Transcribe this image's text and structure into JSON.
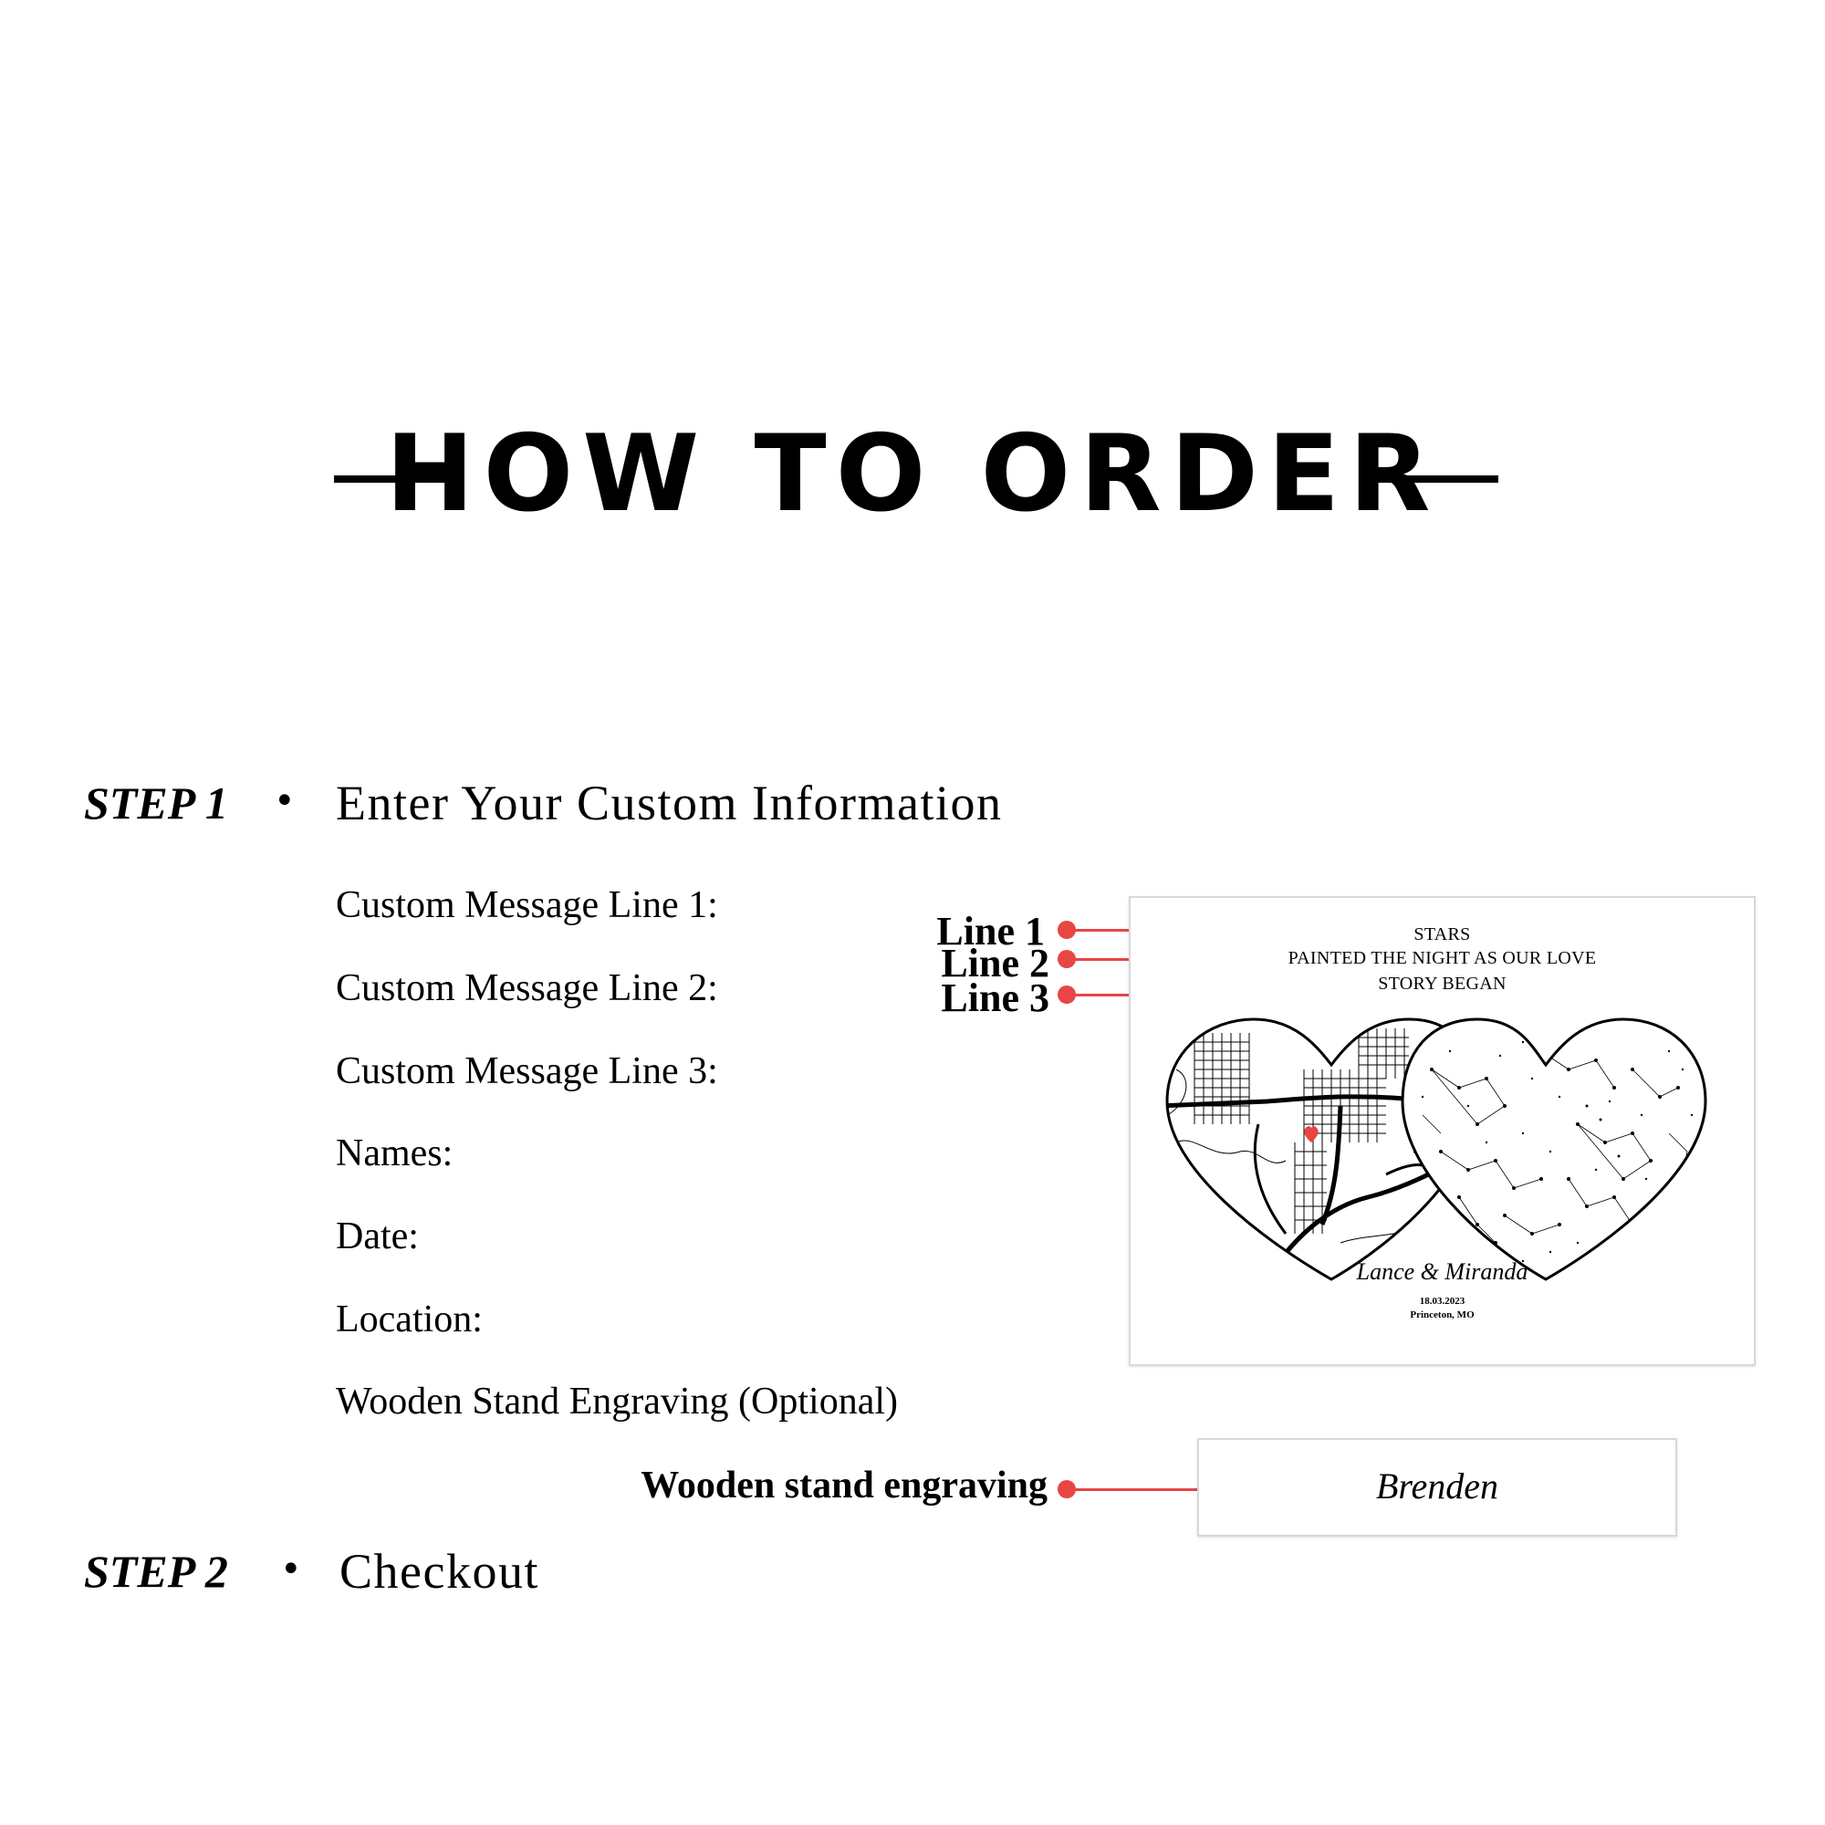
{
  "header": {
    "title": "HOW TO ORDER"
  },
  "step1": {
    "label": "STEP 1",
    "bullet": "•",
    "text": "Enter Your Custom Information"
  },
  "fields": [
    "Custom Message Line 1:",
    "Custom Message Line 2:",
    "Custom Message Line 3:",
    "Names:",
    "Date:",
    "Location:",
    "Wooden Stand Engraving (Optional)"
  ],
  "annotations": {
    "line1": "Line 1",
    "line2": "Line 2",
    "line3": "Line 3",
    "engraving": "Wooden stand engraving"
  },
  "poster": {
    "line1": "STARS",
    "line2": "PAINTED THE NIGHT AS OUR LOVE",
    "line3": "STORY BEGAN",
    "names": "Lance & Miranda",
    "date": "18.03.2023",
    "location": "Princeton, MO"
  },
  "engraving_preview": {
    "text": "Brenden"
  },
  "step2": {
    "label": "STEP 2",
    "bullet": "•",
    "text": "Checkout"
  },
  "colors": {
    "accent": "#e84545",
    "text": "#000000",
    "border": "#d8d8d8"
  }
}
